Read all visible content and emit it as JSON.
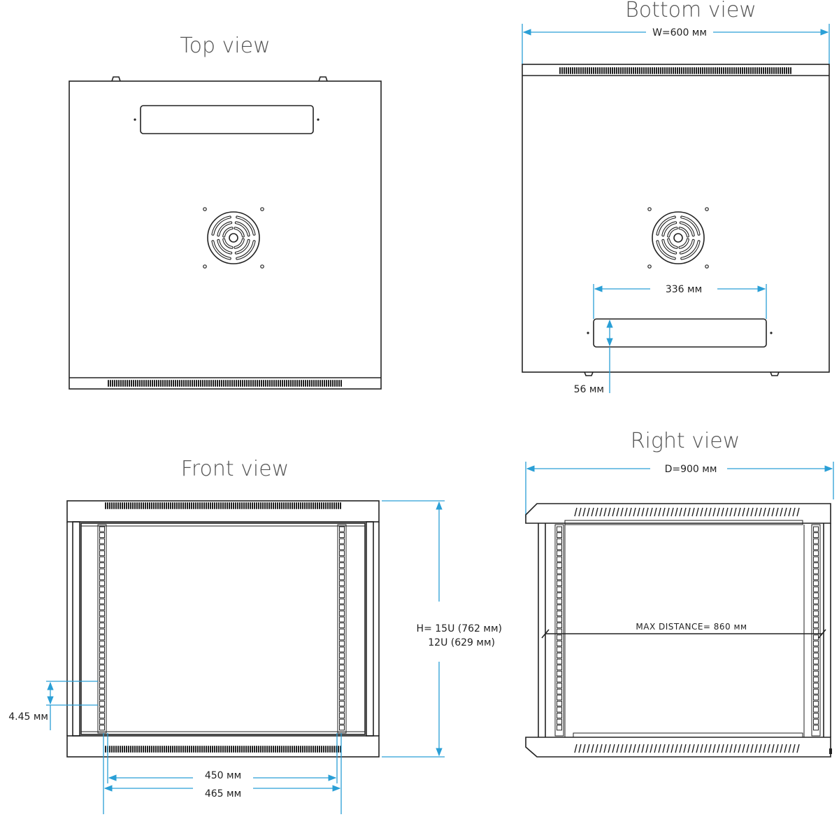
{
  "views": {
    "top": {
      "title": "Top view"
    },
    "bottom": {
      "title": "Bottom view",
      "width_label": "W=600 мм",
      "cutout_width_label": "336 мм",
      "cutout_height_label": "56 мм"
    },
    "front": {
      "title": "Front view",
      "height_label_1": "H= 15U (762 мм)",
      "height_label_2": "12U (629 мм)",
      "unit_label": "4.45 мм",
      "inner_width_label_1": "450 мм",
      "inner_width_label_2": "465 мм"
    },
    "right": {
      "title": "Right view",
      "depth_label": "D=900 мм",
      "max_distance_label": "MAX DISTANCE= 860 мм"
    }
  },
  "colors": {
    "ink": "#222222",
    "dimension": "#2a9fd6",
    "title": "#555555"
  }
}
